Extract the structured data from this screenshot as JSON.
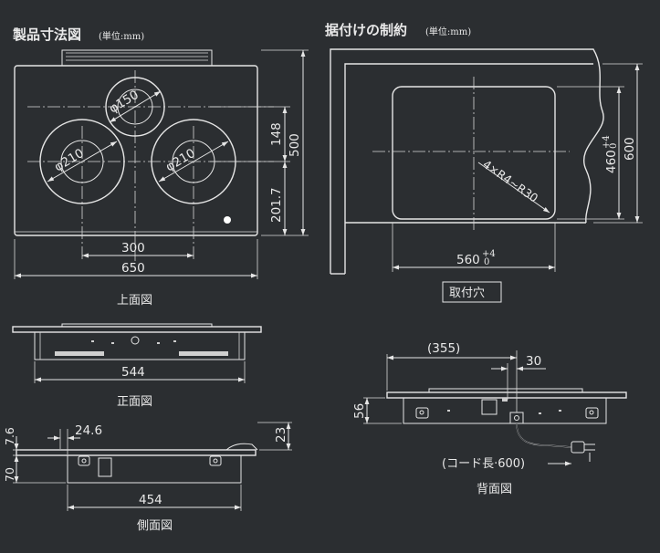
{
  "titles": {
    "product": "製品寸法図",
    "product_unit": "(単位:mm)",
    "install": "据付けの制約",
    "install_unit": "(単位:mm)"
  },
  "top_view": {
    "caption": "上面図",
    "d_150": "φ150",
    "d_210_left": "φ210",
    "d_210_right": "φ210",
    "dim_148": "148",
    "dim_201_7": "201.7",
    "dim_500": "500",
    "dim_300": "300",
    "dim_650": "650"
  },
  "front_view": {
    "caption": "正面図",
    "dim_544": "544"
  },
  "side_view": {
    "caption": "側面図",
    "dim_7_6": "7.6",
    "dim_24_6": "24.6",
    "dim_23": "23",
    "dim_70": "70",
    "dim_454": "454"
  },
  "cutout": {
    "label": "取付穴",
    "width": "560",
    "width_tol_plus": "+4",
    "width_tol_minus": "0",
    "height": "460",
    "height_tol_plus": "+4",
    "height_tol_minus": "0",
    "dim_600": "600",
    "corner_radius": "4×R4~R30"
  },
  "back_view": {
    "caption": "背面図",
    "dim_355": "(355)",
    "dim_30": "30",
    "dim_56": "56",
    "cord": "(コード長·600)"
  }
}
